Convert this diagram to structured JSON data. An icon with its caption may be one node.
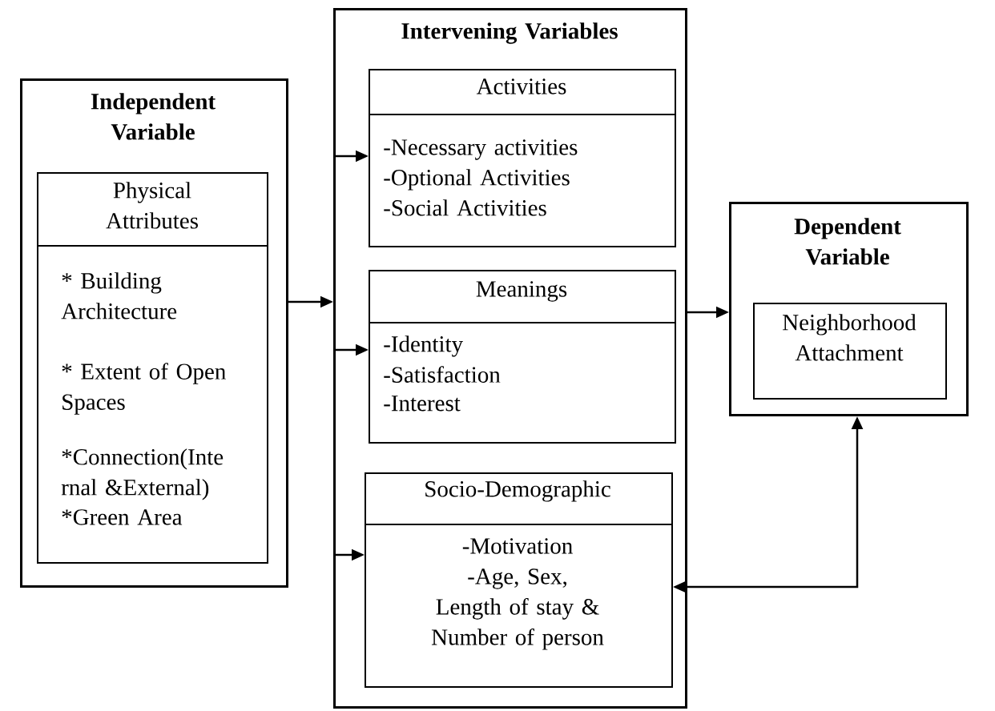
{
  "diagram": {
    "nodes": [
      {
        "text": [
          "Independent Variable"
        ]
      },
      {
        "text": [
          "Physical Attributes",
          "* Building Architecture",
          "* Extent of Open Spaces",
          "*Connection(Inte rnal &External)",
          "*Green Area"
        ],
        "in": 0
      },
      {
        "text": [
          "Intervening Variables"
        ]
      },
      {
        "text": [
          "Activities",
          "-Necessary activities",
          "-Optional Activities",
          "-Social Activities"
        ],
        "in": 2
      },
      {
        "text": [
          "Meanings",
          "-Identity",
          "-Satisfaction",
          "-Interest"
        ],
        "in": 2
      },
      {
        "text": [
          "Socio-Demographic",
          "-Motivation",
          "-Age, Sex, Length of stay & Number of person"
        ],
        "in": 2
      },
      {
        "text": [
          "Dependent Variable"
        ]
      },
      {
        "text": [
          "Neighborhood Attachment"
        ],
        "in": 6
      }
    ],
    "edges": [
      {
        "from": 0,
        "to": 2,
        "arrow": "to"
      },
      {
        "from": 2,
        "to": 3,
        "arrow": "to"
      },
      {
        "from": 2,
        "to": 4,
        "arrow": "to"
      },
      {
        "from": 2,
        "to": 5,
        "arrow": "to"
      },
      {
        "from": 2,
        "to": 6,
        "arrow": "to"
      },
      {
        "from": 6,
        "to": 5,
        "arrow": "both"
      }
    ]
  }
}
